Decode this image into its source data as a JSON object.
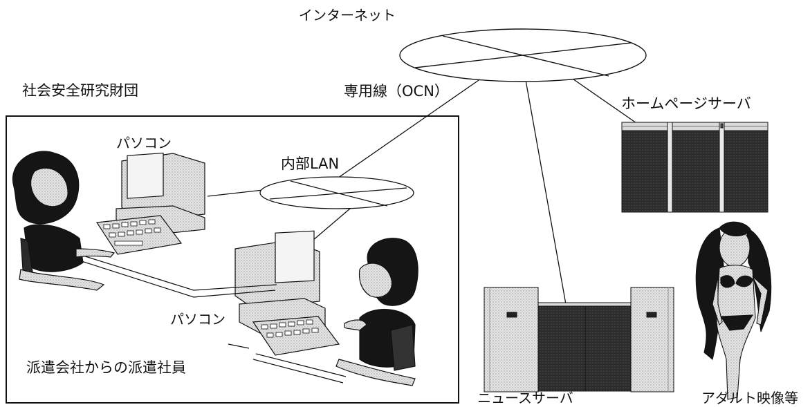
{
  "labels": {
    "internet": "インターネット",
    "organization": "社会安全研究財団",
    "dedicated_line": "専用線（OCN）",
    "homepage_server": "ホームページサーバ",
    "pc_top": "パソコン",
    "internal_lan": "内部LAN",
    "pc_bottom": "パソコン",
    "staff": "派遣会社からの派遣社員",
    "news_server": "ニュースサーバ",
    "adult_video": "アダルト映像等"
  },
  "colors": {
    "line": "#111111",
    "rack_dark": "#2a2a2a",
    "rack_light": "#e6e6e6",
    "monitor_gray": "#cfcfcf",
    "hair": "#151515"
  }
}
